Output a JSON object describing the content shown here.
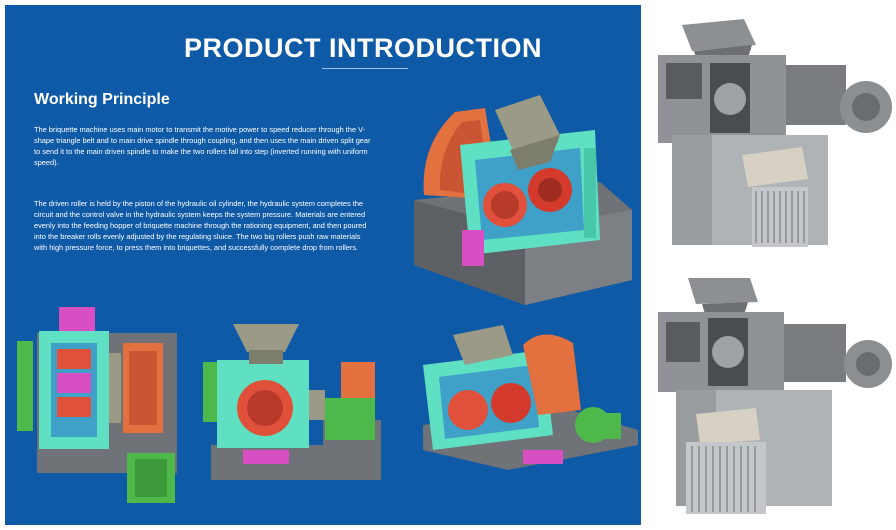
{
  "header": {
    "title": "PRODUCT INTRODUCTION"
  },
  "section": {
    "heading": "Working Principle",
    "paragraphs": [
      "The briquette machine uses main motor to transmit the motive power to speed reducer through the V-shape triangle belt and to main drive spindle through coupling, and then uses the main driven split gear to send it to the main driven spindle to make the two rollers fall into step (inverted running with uniform speed).",
      "The driven roller is held by the piston of the hydraulic oil cylinder, the hydraulic system completes the circuit and the control valve in the hydraulic system keeps the system pressure. Materials are entered evenly into the feeding hopper of briquette machine through the rationing equipment, and then poured into the breaker rolls evenly adjusted by the regulating sluice. The two big rollers push raw materials with high pressure force, to press them into briquettes, and successfully complete drop from rollers."
    ]
  },
  "colors": {
    "panel_bg": "#0f5aa6",
    "machine_gray": "#6f7276",
    "frame_teal": "#5fe0c2",
    "roller_red": "#e0503a",
    "gear_red": "#d33a2c",
    "hopper_gray": "#9a9a86",
    "motor_green": "#4fb84a",
    "pink": "#d74fc2",
    "orange_guard": "#e3703f"
  },
  "illustrations": [
    {
      "name": "isometric-3d-model-main"
    },
    {
      "name": "top-view-diagram"
    },
    {
      "name": "front-view-diagram"
    },
    {
      "name": "isometric-3d-model-secondary"
    },
    {
      "name": "machine-photo-upper"
    },
    {
      "name": "machine-photo-lower"
    }
  ]
}
